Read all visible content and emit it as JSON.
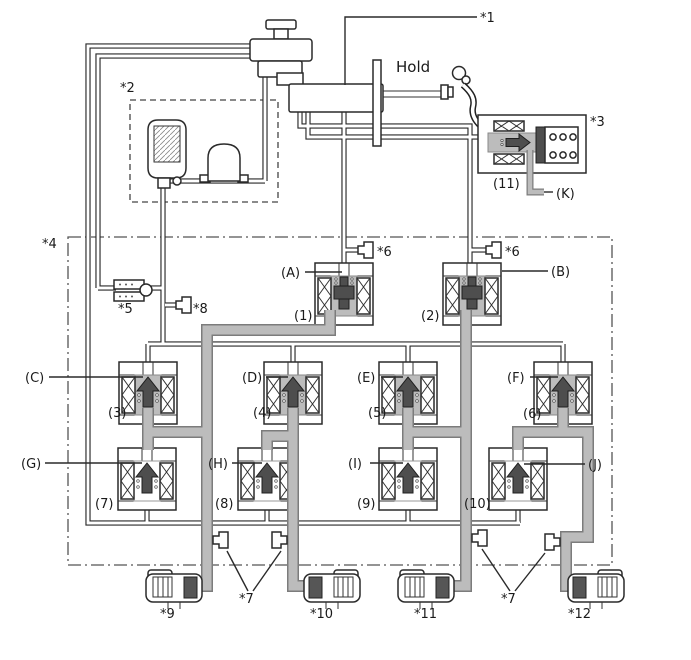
{
  "diagram": {
    "hold_label": "Hold",
    "callouts": {
      "s1": "*1",
      "s2": "*2",
      "s3": "*3",
      "s4": "*4",
      "s5": "*5",
      "s6a": "*6",
      "s6b": "*6",
      "s7a": "*7",
      "s7b": "*7",
      "s8": "*8",
      "s9": "*9",
      "s10": "*10",
      "s11": "*11",
      "s12": "*12"
    },
    "ports": {
      "A": "(A)",
      "B": "(B)",
      "C": "(C)",
      "D": "(D)",
      "E": "(E)",
      "F": "(F)",
      "G": "(G)",
      "H": "(H)",
      "I": "(I)",
      "J": "(J)",
      "K": "(K)"
    },
    "valves": {
      "v1": "(1)",
      "v2": "(2)",
      "v3": "(3)",
      "v4": "(4)",
      "v5": "(5)",
      "v6": "(6)",
      "v7": "(7)",
      "v8": "(8)",
      "v9": "(9)",
      "v10": "(10)",
      "v11": "(11)"
    },
    "colors": {
      "line": "#2a2a2a",
      "gray_pipe_fill": "#bcbcbc",
      "gray_pipe_edge": "#7c7c7c",
      "valve_poppet": "#4e4e4e",
      "caliper_pad": "#565656",
      "background": "#ffffff"
    }
  }
}
